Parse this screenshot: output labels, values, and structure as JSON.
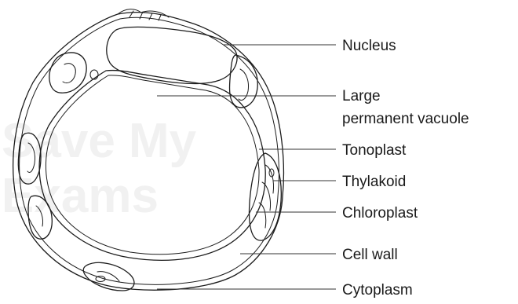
{
  "watermark": {
    "line1": "Save My",
    "line2": "Exams"
  },
  "labels": {
    "nucleus": "Nucleus",
    "vacuole_line1": "Large",
    "vacuole_line2": "permanent vacuole",
    "tonoplast": "Tonoplast",
    "thylakoid": "Thylakoid",
    "chloroplast": "Chloroplast",
    "cell_wall": "Cell wall",
    "cytoplasm": "Cytoplasm"
  }
}
